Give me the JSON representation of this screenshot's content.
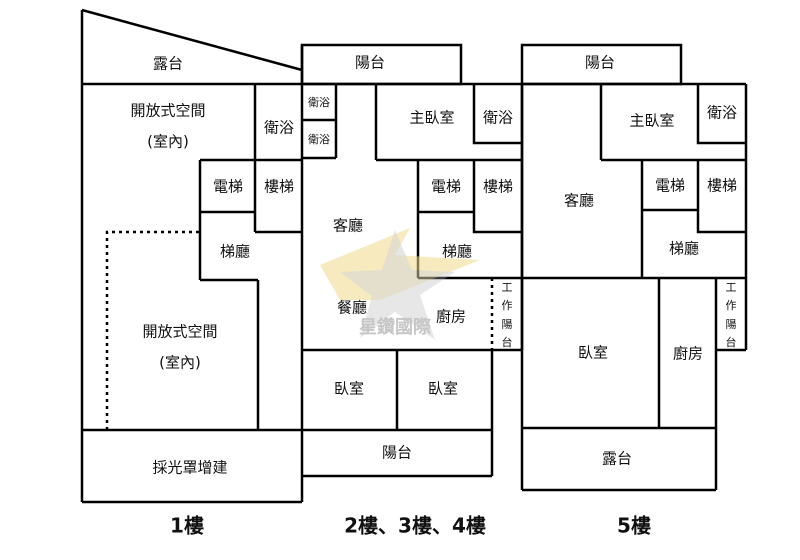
{
  "floor1": {
    "label": "1樓",
    "rooms": {
      "terrace": "露台",
      "open_space_top": "開放式空間",
      "open_space_top_note": "(室內)",
      "bathroom": "衛浴",
      "elevator": "電梯",
      "stairs": "樓梯",
      "lobby": "梯廳",
      "open_space_bottom": "開放式空間",
      "open_space_bottom_note": "(室內)",
      "skylight_extension": "採光罩增建"
    }
  },
  "floor2_4": {
    "label": "2樓、3樓、4樓",
    "rooms": {
      "balcony_top": "陽台",
      "bath_small_1": "衛浴",
      "bath_small_2": "衛浴",
      "master_bedroom": "主臥室",
      "master_bath": "衛浴",
      "elevator": "電梯",
      "stairs": "樓梯",
      "living_room": "客廳",
      "lobby": "梯廳",
      "dining_room": "餐廳",
      "kitchen": "廚房",
      "utility_balcony": [
        "工",
        "作",
        "陽",
        "台"
      ],
      "bedroom_1": "臥室",
      "bedroom_2": "臥室",
      "balcony_bottom": "陽台"
    }
  },
  "floor5": {
    "label": "5樓",
    "rooms": {
      "balcony": "陽台",
      "living_room": "客廳",
      "master_bedroom": "主臥室",
      "master_bath": "衛浴",
      "elevator": "電梯",
      "stairs": "樓梯",
      "lobby": "梯廳",
      "utility_balcony": [
        "工",
        "作",
        "陽",
        "台"
      ],
      "bedroom": "臥室",
      "kitchen": "廚房",
      "terrace": "露台"
    }
  },
  "watermark": {
    "text": "星鑽國際",
    "colors": {
      "gold": "#f2d98a",
      "gray": "#9a9a9a"
    }
  }
}
